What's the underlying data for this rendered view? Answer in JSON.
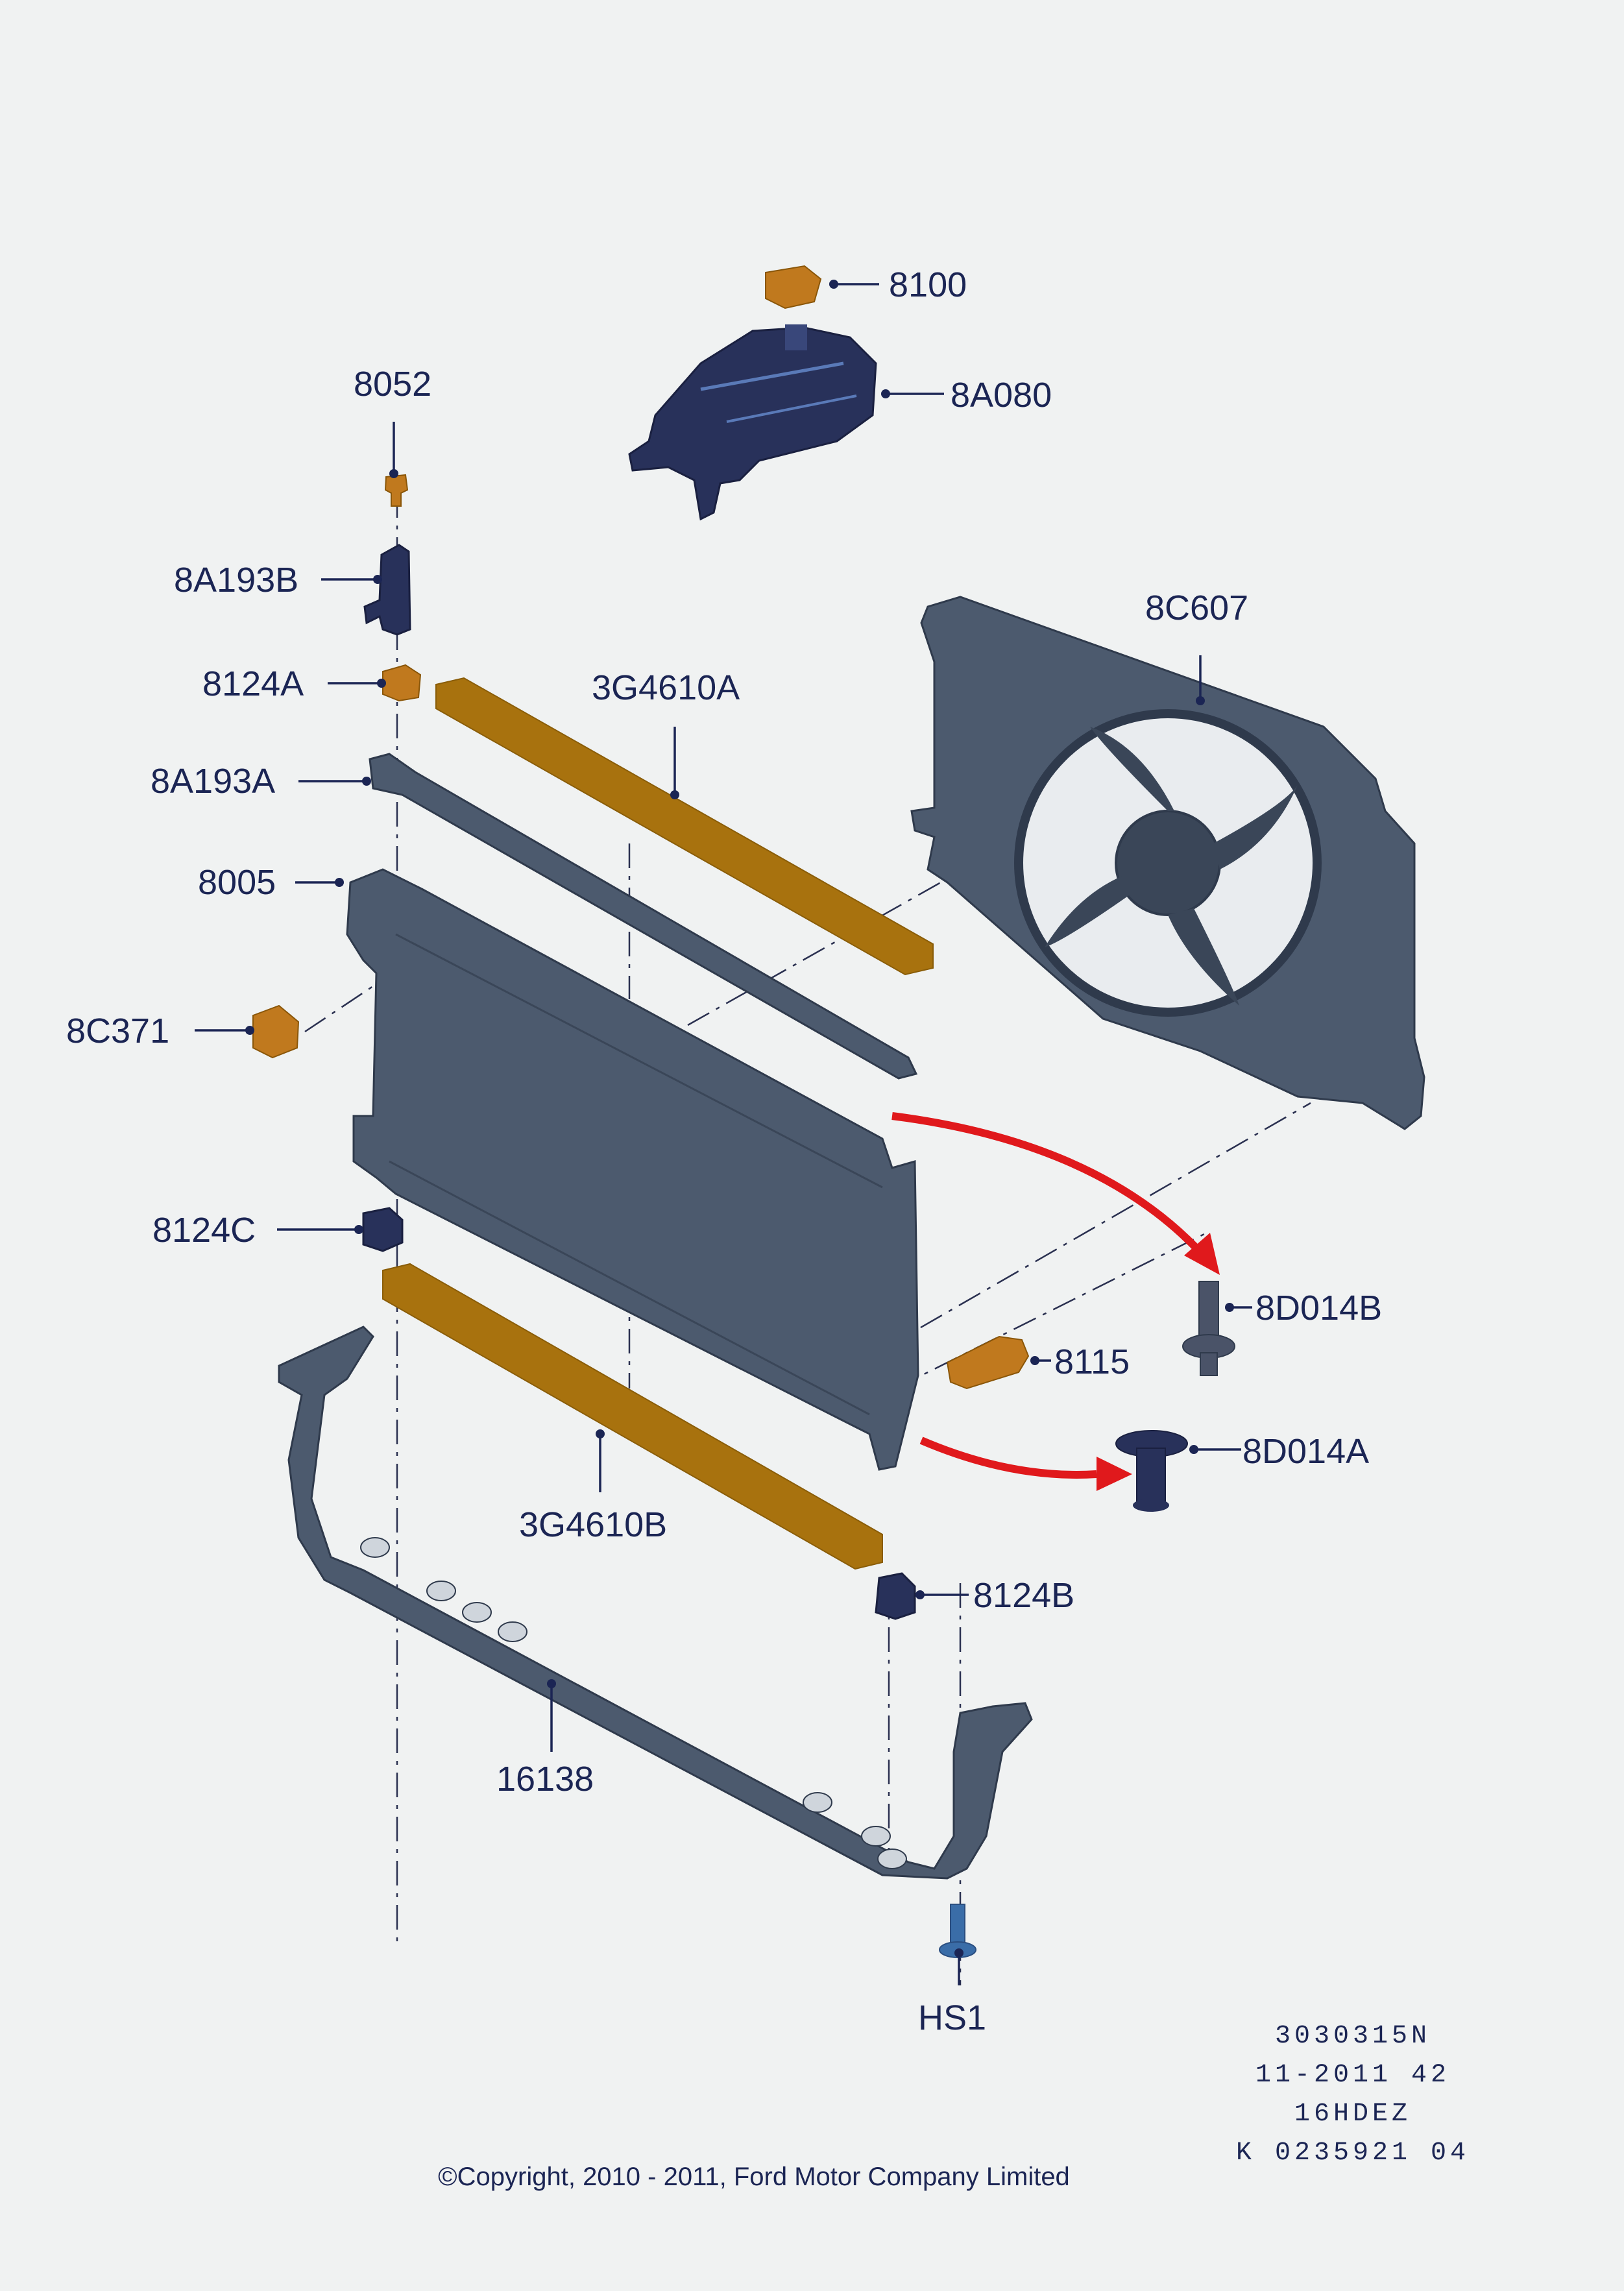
{
  "callouts": {
    "p8100": "8100",
    "p8A080": "8A080",
    "p8052": "8052",
    "p8A193B": "8A193B",
    "p8C607": "8C607",
    "p8124A": "8124A",
    "p3G4610A": "3G4610A",
    "p8A193A": "8A193A",
    "p8005": "8005",
    "p8C371": "8C371",
    "p8124C": "8124C",
    "p8D014B": "8D014B",
    "p8115": "8115",
    "p8D014A": "8D014A",
    "p3G4610B": "3G4610B",
    "p8124B": "8124B",
    "p16138": "16138",
    "pHS1": "HS1"
  },
  "info_block": {
    "line1": "3030315N",
    "line2": "11-2011 42",
    "line3": "16HDEZ",
    "line4": "K 0235921 04"
  },
  "copyright": "©Copyright, 2010 - 2011, Ford Motor Company Limited",
  "colors": {
    "background": "#f0f2f2",
    "label": "#1b2554",
    "part_grey": "#4c5a6e",
    "part_dark_blue": "#28315a",
    "foam_orange": "#a8720e",
    "arrow_red": "#e0191c"
  }
}
